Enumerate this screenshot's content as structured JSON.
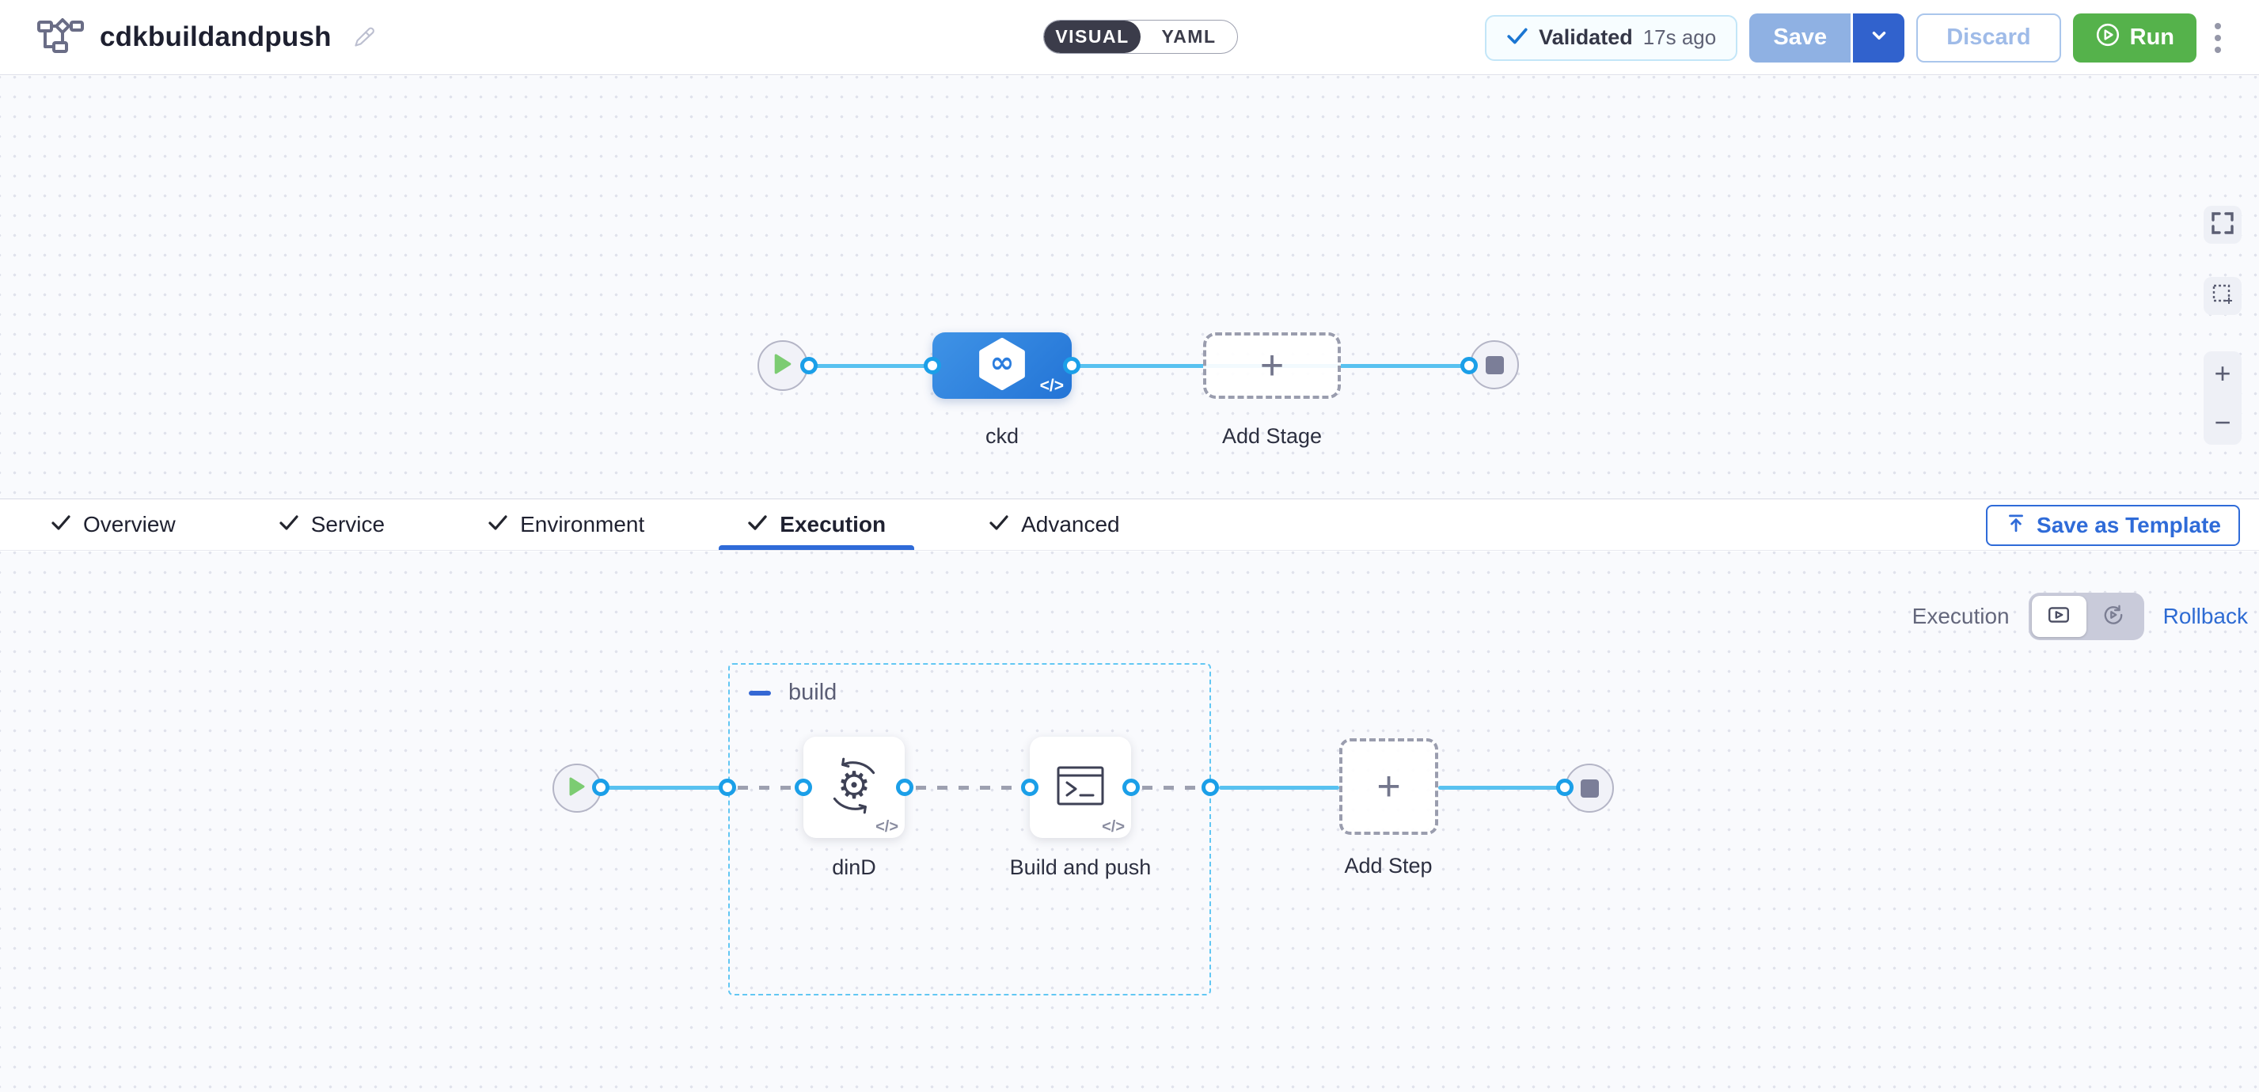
{
  "header": {
    "title": "cdkbuildandpush",
    "view_toggle": {
      "visual_label": "VISUAL",
      "yaml_label": "YAML",
      "selected": "VISUAL"
    },
    "validated_badge": {
      "label": "Validated",
      "time_ago": "17s ago"
    },
    "save_button": "Save",
    "discard_button": "Discard",
    "run_button": "Run"
  },
  "stage_pipeline": {
    "stage": {
      "name": "ckd"
    },
    "add_stage_label": "Add Stage"
  },
  "tabs": {
    "items": [
      {
        "label": "Overview"
      },
      {
        "label": "Service"
      },
      {
        "label": "Environment"
      },
      {
        "label": "Execution"
      },
      {
        "label": "Advanced"
      }
    ],
    "active_tab": "Execution",
    "save_as_template_button": "Save as Template"
  },
  "execution_panel": {
    "mode_label": "Execution",
    "rollback_link": "Rollback",
    "step_group": {
      "name": "build"
    },
    "steps": [
      {
        "name": "dinD"
      },
      {
        "name": "Build and push"
      }
    ],
    "add_step_label": "Add Step"
  },
  "icons": {
    "code": "</>",
    "plus": "+",
    "zoom_in": "+",
    "zoom_out": "−"
  },
  "colors": {
    "primary_blue": "#2f6bd8",
    "connector_blue": "#58c1f0",
    "stage_blue": "#2e82dd",
    "run_green": "#55b24b",
    "save_disabled_blue": "#8fb1e3",
    "save_caret_blue": "#3162cd",
    "group_border_cyan": "#63c7f3"
  }
}
